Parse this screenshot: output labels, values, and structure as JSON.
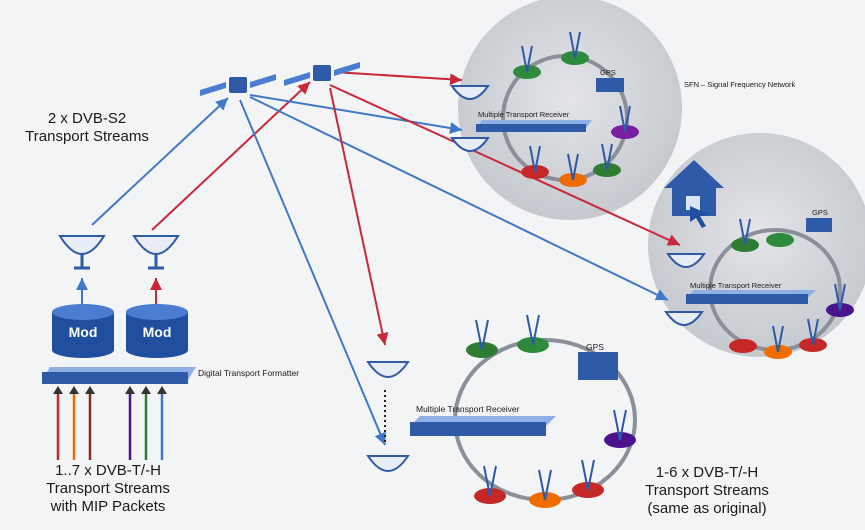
{
  "labels": {
    "uplink": "2 x DVB-S2\nTransport Streams",
    "input": "1..7 x DVB-T/-H\nTransport Streams\nwith MIP Packets",
    "output": "1-6 x DVB-T/-H\nTransport Streams\n(same as original)",
    "formatter": "Digital Transport Formatter",
    "mod1": "Mod",
    "mod2": "Mod",
    "sfn": "SFN – Signal Frequency Network",
    "receiver1": "Multiple Transport Receiver",
    "receiver2": "Multiple Transport Receiver",
    "receiver3": "Multiple Transport Receiver",
    "gps1": "GPS",
    "gps2": "GPS",
    "gps3": "GPS"
  },
  "colors": {
    "blue_link": "#3f78c8",
    "red_link": "#c8283a",
    "ring": "#8a8f99",
    "zone": "#c9ccd2",
    "device": "#2f5aa8",
    "mod": "#1f4f9e",
    "node_colors": [
      "#2e8b3c",
      "#7b1fa2",
      "#c62828",
      "#ef6c00",
      "#2e7d32"
    ]
  },
  "input_arrow_colors": [
    "#c62828",
    "#ef6c00",
    "#8b2a1a",
    "#4a148c",
    "#2e7d32",
    "#3f78c8"
  ]
}
